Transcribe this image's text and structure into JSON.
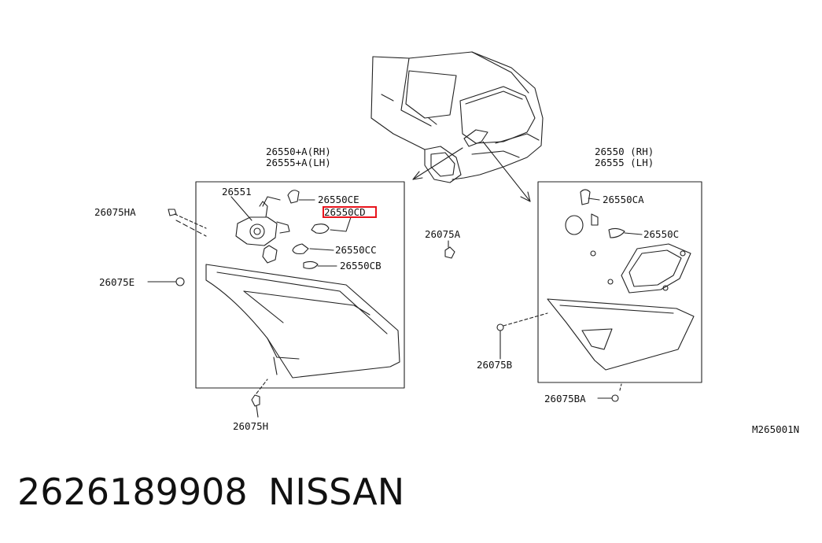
{
  "labels": {
    "rh_assy_top": "26550+A(RH)",
    "rh_assy_bottom": "26555+A(LH)",
    "lh_assy_top": "26550 (RH)",
    "lh_assy_bottom": "26555 (LH)",
    "socket": "26551",
    "bulb_ce": "26550CE",
    "bulb_cd": "26550CD",
    "bulb_cc": "26550CC",
    "bulb_cb": "26550CB",
    "clip_ha": "26075HA",
    "nut_e": "26075E",
    "clip_h": "26075H",
    "clip_a": "26075A",
    "bulb_ca": "26550CA",
    "bulb_c": "26550C",
    "nut_b": "26075B",
    "nut_ba": "26075BA",
    "diagram_code": "M265001N"
  },
  "highlight_color": "#e8141c",
  "caption": {
    "part_number": "2626189908",
    "brand": "NISSAN"
  }
}
